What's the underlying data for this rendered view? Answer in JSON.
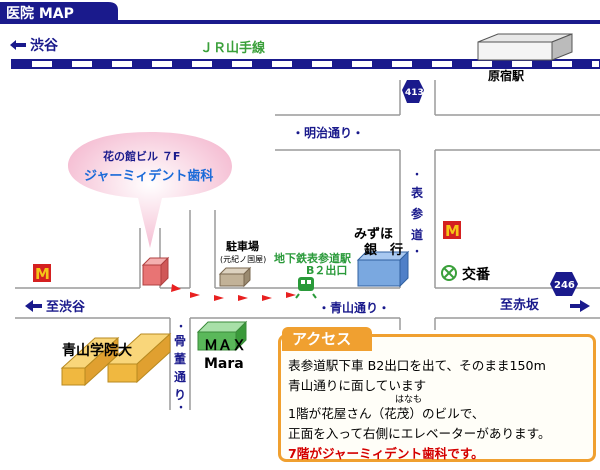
{
  "header": {
    "title": "医院 MAP"
  },
  "map": {
    "railway": "ＪＲ山手線",
    "station_harajuku": "原宿駅",
    "shibuya_top": "渋谷",
    "route_413": "413",
    "route_246": "246",
    "meiji": "・明治通り・",
    "omotesando_v": "表参道",
    "aoyama": "・青山通り・",
    "kotsuban": "交番",
    "to_akasaka": "至赤坂",
    "to_shibuya": "至渋谷",
    "mizuho_1": "みずほ",
    "mizuho_2": "銀　行",
    "parking_1": "駐車場",
    "parking_2": "(元紀ノ国屋)",
    "station_1": "地下鉄表参道駅",
    "station_2": "B２出口",
    "gakuin": "青山学院大",
    "max_1": "ＭＡＸ",
    "max_2": "Mara",
    "kotto_v": "骨董通り",
    "bubble_1": "花の館ビル ７F",
    "bubble_2": "ジャーミィデント歯科"
  },
  "access": {
    "title": "アクセス",
    "lines": [
      "表参道駅下車 B2出口を出て、そのまま150m",
      "青山通りに面しています",
      "1階が花屋さん（花茂）のビルで、",
      "正面を入って右側にエレベーターがあります。"
    ],
    "ruby": "はなも",
    "highlight": "7階がジャーミィデント歯科です。"
  },
  "colors": {
    "header_navy": "#1a1a8c",
    "access_orange": "#f0a030",
    "target_red": "#e87474",
    "mcd_red": "#d42020",
    "mcd_yellow": "#f5c518",
    "bubble_pink": "#f7c3d8"
  }
}
